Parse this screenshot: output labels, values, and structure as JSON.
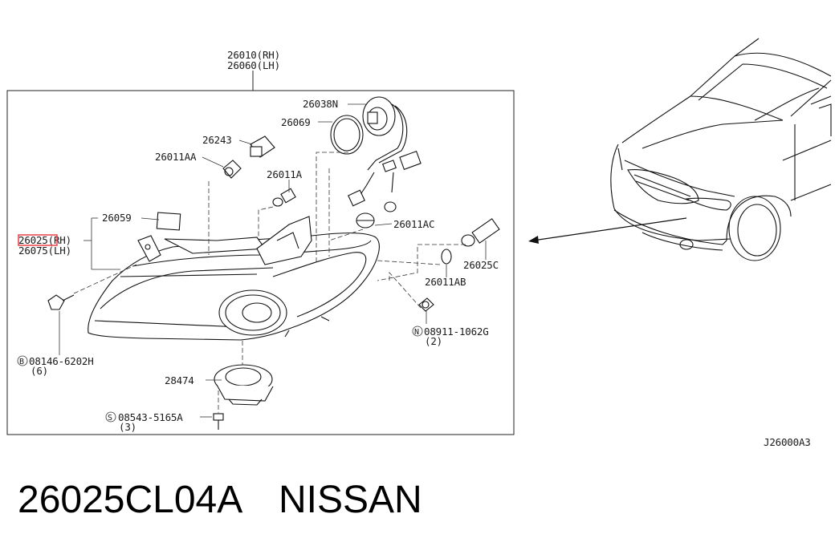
{
  "diagram": {
    "assembly_label_rh": "26010(RH)",
    "assembly_label_lh": "26060(LH)",
    "reference_code": "J26000A3",
    "highlight_color": "#e8343a",
    "callouts": {
      "c26038N": "26038N",
      "c26069": "26069",
      "c26243": "26243",
      "c26011AA": "26011AA",
      "c26011A": "26011A",
      "c26059": "26059",
      "c26025rh_num": "26025",
      "c26025rh_side": "(RH)",
      "c26075lh": "26075(LH)",
      "c26011AC": "26011AC",
      "c26025C": "26025C",
      "c26011AB": "26011AB",
      "c08911_letter": "N",
      "c08911": "08911-1062G",
      "c08911_qty": "(2)",
      "c08146_letter": "B",
      "c08146": "08146-6202H",
      "c08146_qty": "(6)",
      "c28474": "28474",
      "c08543_letter": "S",
      "c08543": "08543-5165A",
      "c08543_qty": "(3)"
    }
  },
  "footer": {
    "part_number": "26025CL04A",
    "brand": "NISSAN"
  }
}
